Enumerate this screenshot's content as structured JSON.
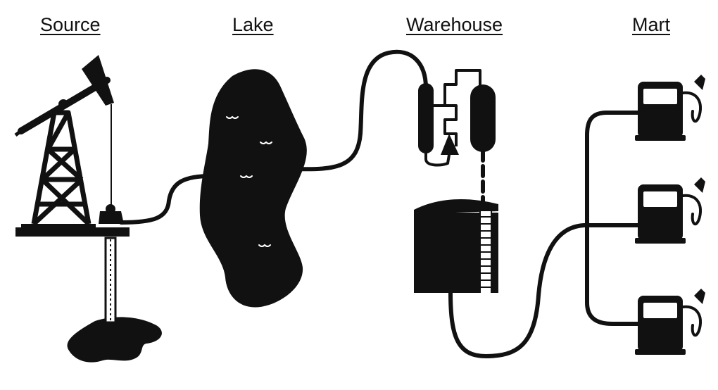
{
  "stages": {
    "source": "Source",
    "lake": "Lake",
    "warehouse": "Warehouse",
    "mart": "Mart"
  },
  "colors": {
    "ink": "#111111",
    "background": "#ffffff"
  },
  "icons": {
    "source": "oil-pump-jack-icon",
    "lake": "lake-icon",
    "warehouse": "refinery-and-storage-tank-icon",
    "mart": "fuel-pump-icon"
  }
}
